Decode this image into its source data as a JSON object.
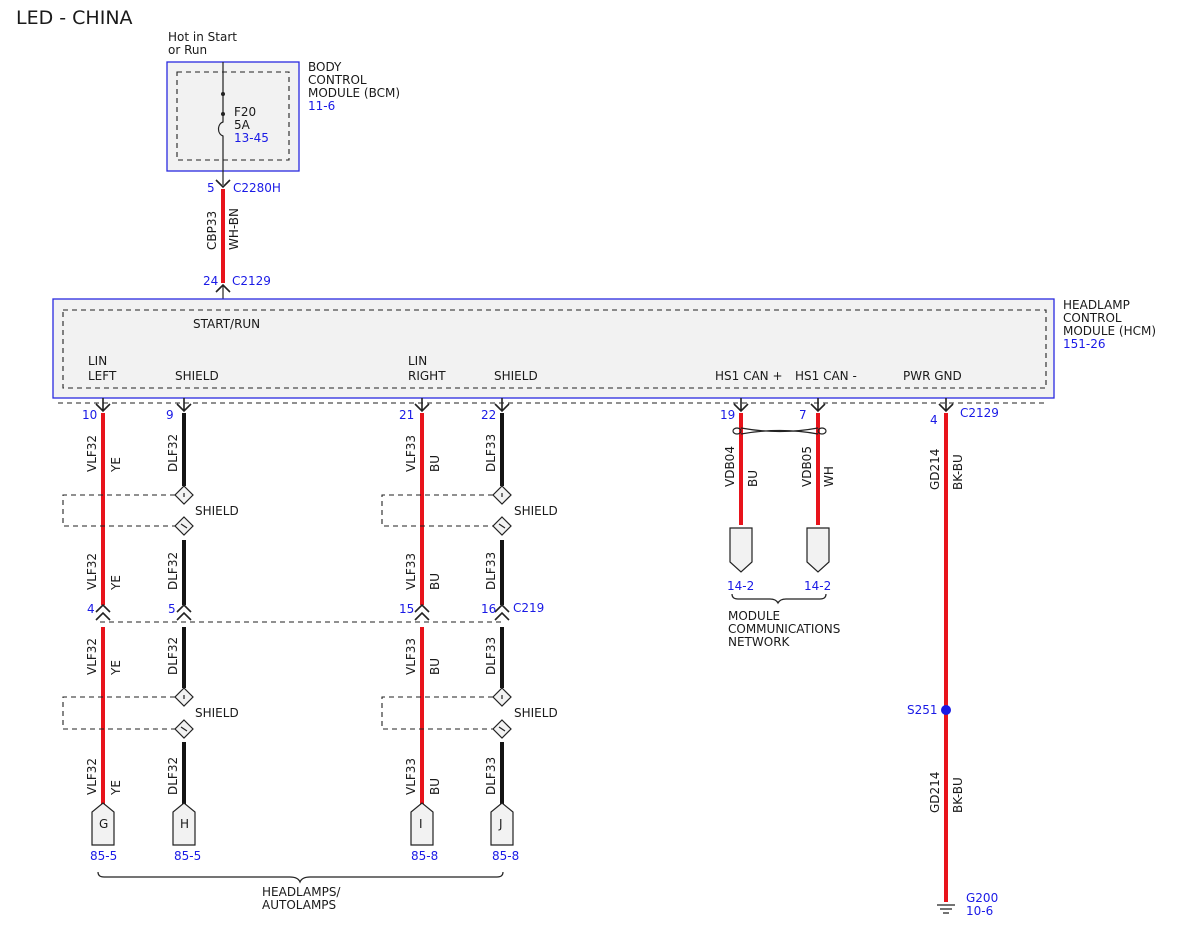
{
  "title": "LED - CHINA",
  "bcm": {
    "hot_line1": "Hot in Start",
    "hot_line2": "or Run",
    "name_line1": "BODY",
    "name_line2": "CONTROL",
    "name_line3": "MODULE (BCM)",
    "ref": "11-6",
    "fuse": "F20",
    "fuse_rating": "5A",
    "fuse_ref": "13-45",
    "pin": "5",
    "connector": "C2280H"
  },
  "feed_wire": {
    "circuit": "CBP33",
    "color": "WH-BN"
  },
  "hcm": {
    "pin_start": "24",
    "connector_top": "C2129",
    "start_run": "START/RUN",
    "name_line1": "HEADLAMP",
    "name_line2": "CONTROL",
    "name_line3": "MODULE (HCM)",
    "ref": "151-26",
    "lin_left_1": "LIN",
    "lin_left_2": "LEFT",
    "shield_left": "SHIELD",
    "lin_right_1": "LIN",
    "lin_right_2": "RIGHT",
    "shield_right": "SHIELD",
    "can_plus": "HS1 CAN +",
    "can_minus": "HS1 CAN -",
    "pwr_gnd": "PWR GND",
    "connector_bottom": "C2129"
  },
  "pins": {
    "p10": "10",
    "p9": "9",
    "p21": "21",
    "p22": "22",
    "p19": "19",
    "p7": "7",
    "p4": "4"
  },
  "wires": {
    "vlf32": "VLF32",
    "ye": "YE",
    "dlf32": "DLF32",
    "vlf33": "VLF33",
    "bu": "BU",
    "dlf33": "DLF33",
    "vdb04": "VDB04",
    "vdb05": "VDB05",
    "wh": "WH",
    "gd214": "GD214",
    "bkbu": "BK-BU"
  },
  "shield_label": "SHIELD",
  "inline": {
    "p4": "4",
    "p5": "5",
    "p15": "15",
    "p16": "16",
    "connector": "C219"
  },
  "terminals": {
    "g": "G",
    "h": "H",
    "i": "I",
    "j": "J",
    "ref_g": "85-5",
    "ref_h": "85-5",
    "ref_i": "85-8",
    "ref_j": "85-8",
    "group_line1": "HEADLAMPS/",
    "group_line2": "AUTOLAMPS"
  },
  "network": {
    "ref1": "14-2",
    "ref2": "14-2",
    "line1": "MODULE",
    "line2": "COMMUNICATIONS",
    "line3": "NETWORK"
  },
  "ground": {
    "splice": "S251",
    "name": "G200",
    "ref": "10-6"
  }
}
